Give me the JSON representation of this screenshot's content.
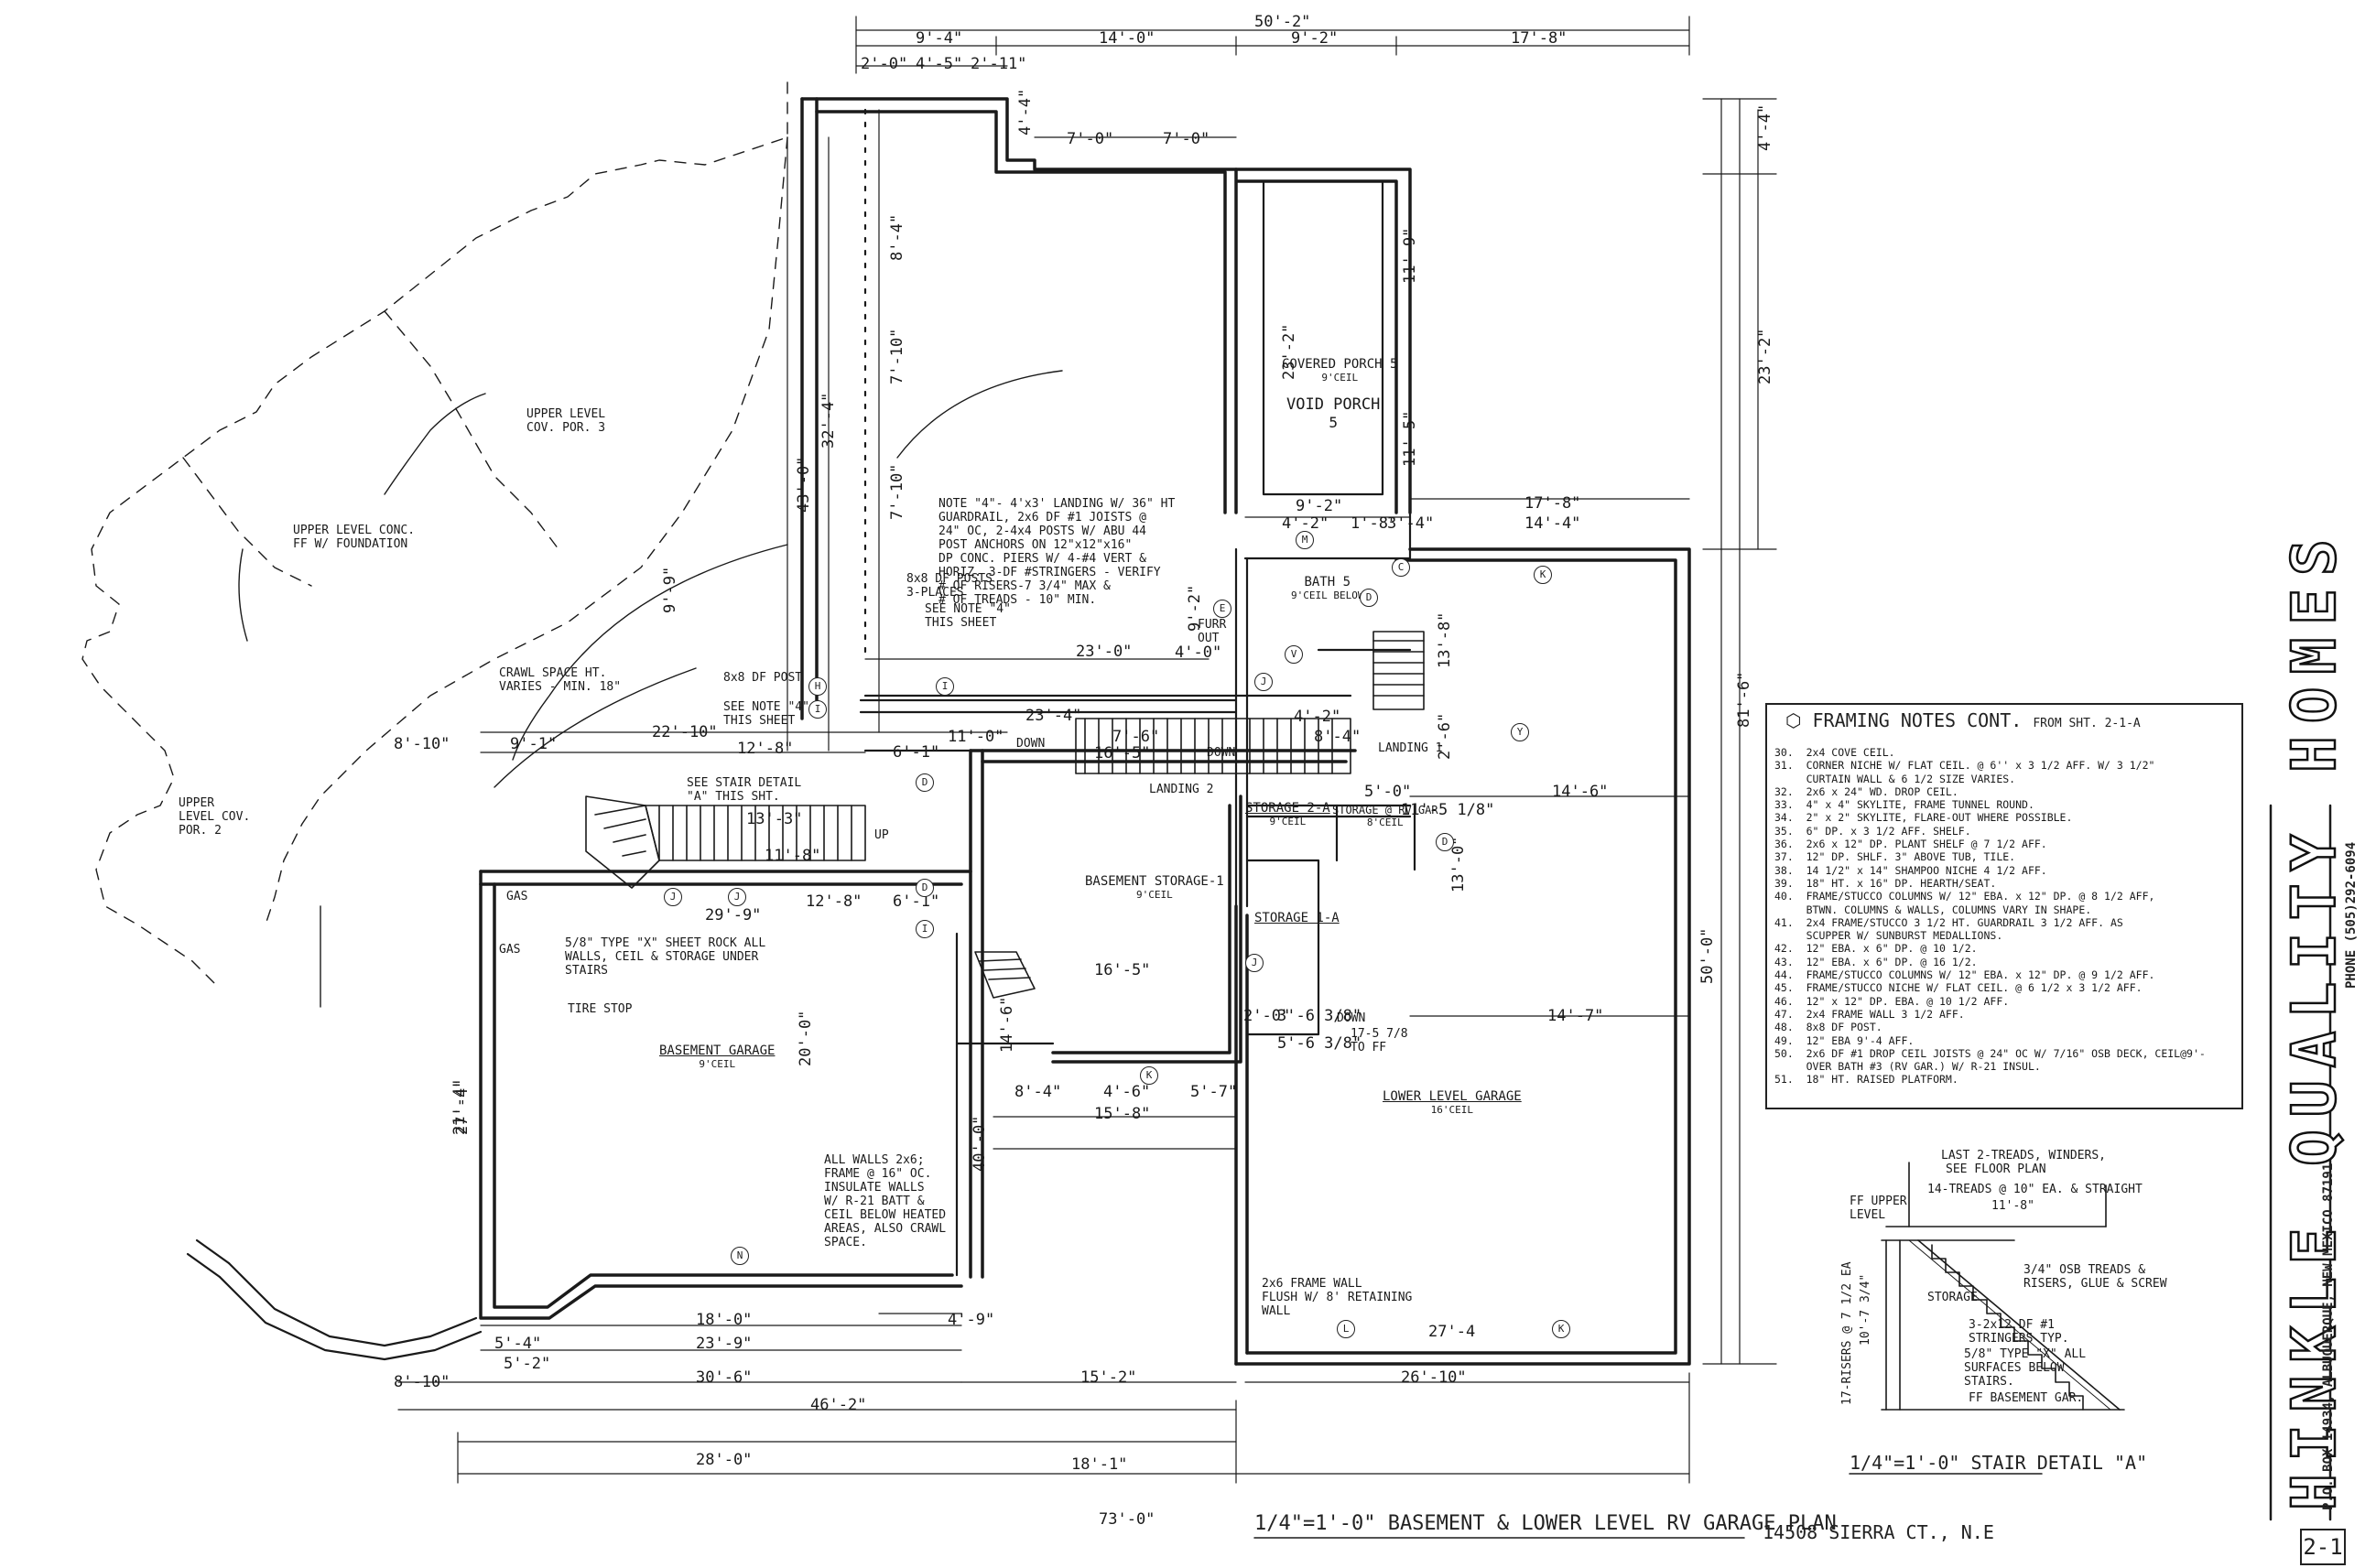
{
  "sheet": {
    "plan_title": "1/4\"=1'-0\" BASEMENT & LOWER LEVEL RV GARAGE PLAN",
    "address": "14508 SIERRA CT., N.E",
    "sheet_number": "2-1"
  },
  "company": {
    "name": "HINKLE QUALITY HOMES",
    "address": "P.O. BOX 14934, ALBUQUERQUE, NEW MEXICO 87191",
    "phone": "PHONE (505)292-6094"
  },
  "framing_notes": {
    "title": "FRAMING NOTES CONT.",
    "subtitle": "FROM SHT. 2-1-A",
    "items": [
      "30.  2x4 COVE CEIL.",
      "31.  CORNER NICHE W/ FLAT CEIL. @ 6'' x 3 1/2 AFF. W/ 3 1/2\"",
      "     CURTAIN WALL & 6 1/2 SIZE VARIES.",
      "32.  2x6 x 24\" WD. DROP CEIL.",
      "33.  4\" x 4\" SKYLITE, FRAME TUNNEL ROUND.",
      "34.  2\" x 2\" SKYLITE, FLARE-OUT WHERE POSSIBLE.",
      "35.  6\" DP. x 3 1/2 AFF. SHELF.",
      "36.  2x6 x 12\" DP. PLANT SHELF @ 7 1/2 AFF.",
      "37.  12\" DP. SHLF. 3\" ABOVE TUB, TILE.",
      "38.  14 1/2\" x 14\" SHAMPOO NICHE 4 1/2 AFF.",
      "39.  18\" HT. x 16\" DP. HEARTH/SEAT.",
      "40.  FRAME/STUCCO COLUMNS W/ 12\" EBA. x 12\" DP. @ 8 1/2 AFF,",
      "     BTWN. COLUMNS & WALLS, COLUMNS VARY IN SHAPE.",
      "41.  2x4 FRAME/STUCCO 3 1/2 HT. GUARDRAIL 3 1/2 AFF. AS",
      "     SCUPPER W/ SUNBURST MEDALLIONS.",
      "42.  12\" EBA. x 6\" DP. @ 10 1/2.",
      "43.  12\" EBA. x 6\" DP. @ 16 1/2.",
      "44.  FRAME/STUCCO COLUMNS W/ 12\" EBA. x 12\" DP. @ 9 1/2 AFF.",
      "45.  FRAME/STUCCO NICHE W/ FLAT CEIL. @ 6 1/2 x 3 1/2 AFF.",
      "46.  12\" x 12\" DP. EBA. @ 10 1/2 AFF.",
      "47.  2x4 FRAME WALL 3 1/2 AFF.",
      "48.  8x8 DF POST.",
      "49.  12\" EBA 9'-4 AFF.",
      "50.  2x6 DF #1 DROP CEIL JOISTS @ 24\" OC W/ 7/16\" OSB DECK, CEIL@9'-",
      "     OVER BATH #3 (RV GAR.) W/ R-21 INSUL.",
      "51.  18\" HT. RAISED PLATFORM."
    ]
  },
  "stair_detail": {
    "title": "1/4\"=1'-0\" STAIR DETAIL \"A\"",
    "notes": [
      "LAST 2-TREADS, WINDERS,",
      "SEE FLOOR PLAN",
      "14-TREADS @ 10\" EA. & STRAIGHT",
      "11'-8\"",
      "FF UPPER",
      "LEVEL",
      "3/4\" OSB TREADS &",
      "RISERS, GLUE & SCREW",
      "STORAGE",
      "3-2x12 DF #1",
      "STRINGERS TYP.",
      "5/8\" TYPE \"X\" ALL",
      "SURFACES BELOW",
      "STAIRS.",
      "FF BASEMENT GAR.",
      "17-RISERS @ 7 1/2 EA",
      "10'-7 3/4\""
    ]
  },
  "rooms": {
    "covered_porch": "COVERED PORCH 5",
    "covered_porch_ceil": "9'CEIL",
    "void_porch": "VOID PORCH",
    "void_porch_num": "5",
    "bath": "BATH 5",
    "bath_ceil": "9'CEIL BELOW",
    "storage_2a": "STORAGE 2-A",
    "storage_2a_ceil": "9'CEIL",
    "storage_rv": "STORAGE @ RV GAR",
    "storage_rv_ceil": "8'CEIL",
    "storage_1a": "STORAGE 1-A",
    "basement_storage": "BASEMENT STORAGE-1",
    "basement_storage_ceil": "9'CEIL",
    "basement_garage": "BASEMENT GARAGE",
    "basement_garage_ceil": "9'CEIL",
    "lower_garage": "LOWER LEVEL GARAGE",
    "lower_garage_ceil": "16'CEIL",
    "landing1": "LANDING 1",
    "landing2": "LANDING 2",
    "furr_out": "FURR OUT",
    "upper_porch3": "UPPER LEVEL COV. POR. 3",
    "upper_porch2": "UPPER LEVEL COV. POR. 2",
    "upper_conc": "UPPER LEVEL CONC. FF W/ FOUNDATION",
    "crawl": "CRAWL SPACE HT. VARIES - MIN. 18\"",
    "tire_stop": "TIRE STOP",
    "gas1": "GAS",
    "gas2": "GAS",
    "down1": "DOWN",
    "down2": "DOWN",
    "down3": "DOWN",
    "up1": "UP"
  },
  "callouts": {
    "note4": "NOTE \"4\"- 4'x3' LANDING W/ 36\" HT\nGUARDRAIL, 2x6 DF #1 JOISTS @\n24\" OC, 2-4x4 POSTS W/ ABU 44\nPOST ANCHORS ON 12\"x12\"x16\"\nDP CONC. PIERS W/ 4-#4 VERT &\nHORIZ. 3-DF #STRINGERS - VERIFY\n# OF RISERS-7 3/4\" MAX &\n# OF TREADS - 10\" MIN.",
    "posts": "8x8 DF POSTS\n3-PLACES",
    "see_note4": "SEE NOTE \"4\"\nTHIS SHEET",
    "see_note4b": "SEE NOTE \"4\"\nTHIS SHEET",
    "post8x8": "8x8 DF POST",
    "see_stair": "SEE STAIR DETAIL\n\"A\" THIS SHT.",
    "sheetrock": "5/8\" TYPE \"X\" SHEET ROCK ALL\nWALLS, CEIL & STORAGE UNDER\nSTAIRS",
    "walls": "ALL WALLS 2x6;\nFRAME @ 16\" OC.\nINSULATE WALLS\nW/ R-21 BATT &\nCEIL BELOW HEATED\nAREAS, ALSO CRAWL\nSPACE.",
    "frame_wall": "2x6 FRAME WALL\nFLUSH W/ 8' RETAINING\nWALL",
    "void_sq": "17-5 7/8\nTO FF"
  },
  "dims": {
    "top_overall": "50'-2\"",
    "t1": "9'-4\"",
    "t2": "14'-0\"",
    "t3": "9'-2\"",
    "t4": "17'-8\"",
    "t5": "2'-0\"",
    "t6": "4'-5\"",
    "t7": "2'-11\"",
    "t8": "7'-0\"",
    "t9": "7'-0\"",
    "t10": "4'-4\"",
    "r1": "4'-4\"",
    "r2": "23'-2\"",
    "r3": "81'-6\"",
    "r4": "50'-0\"",
    "r5": "13'-0\"",
    "r6": "14'-4\"",
    "r7": "17'-8\"",
    "r8": "14'-6\"",
    "r9": "14'-7\"",
    "l1": "43'-0\"",
    "l2": "32'-4\"",
    "l3": "8'-4\"",
    "l4": "7'-10\"",
    "l5": "7'-10\"",
    "l6": "9'-9\"",
    "l7": "27'-4\"",
    "l8": "20'-0\"",
    "m1": "23'-0\"",
    "m2": "23'-4\"",
    "m3": "11'-0\"",
    "m4": "7'-6\"",
    "m5": "16'-5\"",
    "m6": "4'-0\"",
    "m7": "9'-2\"",
    "m8": "4'-2\"",
    "m9": "8'-4\"",
    "m10": "16'-5\"",
    "m11": "15'-8\"",
    "m12": "8'-4\"",
    "m13": "4'-6\"",
    "m14": "5'-7\"",
    "c1": "23'-2\"",
    "c2": "11'-9\"",
    "c3": "11'-5\"",
    "c4": "9'-2\"",
    "c5": "4'-2\"",
    "c6": "1'-8\"",
    "c7": "3'-4\"",
    "c8": "13'-8\"",
    "c9": "2'-6\"",
    "c10": "5'-0\"",
    "c11": "11'-5 1/8\"",
    "w1": "8'-10\"",
    "w2": "9'-1\"",
    "w3": "22'-10\"",
    "w4": "12'-8\"",
    "w5": "13'-3\"",
    "w6": "11'-8\"",
    "w7": "6'-1\"",
    "w8": "12'-8\"",
    "w9": "29'-9\"",
    "w10": "6'-1\"",
    "b1": "18'-0\"",
    "b2": "23'-9\"",
    "b3": "30'-6\"",
    "b4": "46'-2\"",
    "b5": "28'-0\"",
    "b6": "73'-0\"",
    "b7": "18'-1\"",
    "b8": "15'-2\"",
    "b9": "26'-10\"",
    "b10": "27'-4",
    "b11": "5'-4\"",
    "b12": "5'-2\"",
    "b13": "8'-10\"",
    "b14": "4'-9\"",
    "g1": "21'-4\"",
    "g2": "40'-0\"",
    "g3": "14'-6\"",
    "g4": "5'-6 3/8\"",
    "g5": "2'-0\"",
    "g6": "3'-6 3/8\""
  },
  "tags": [
    "K",
    "K",
    "K",
    "L",
    "N",
    "D",
    "D",
    "D",
    "D",
    "J",
    "J",
    "J",
    "J",
    "M",
    "C",
    "E",
    "V",
    "Y",
    "I",
    "I",
    "H",
    "I"
  ]
}
